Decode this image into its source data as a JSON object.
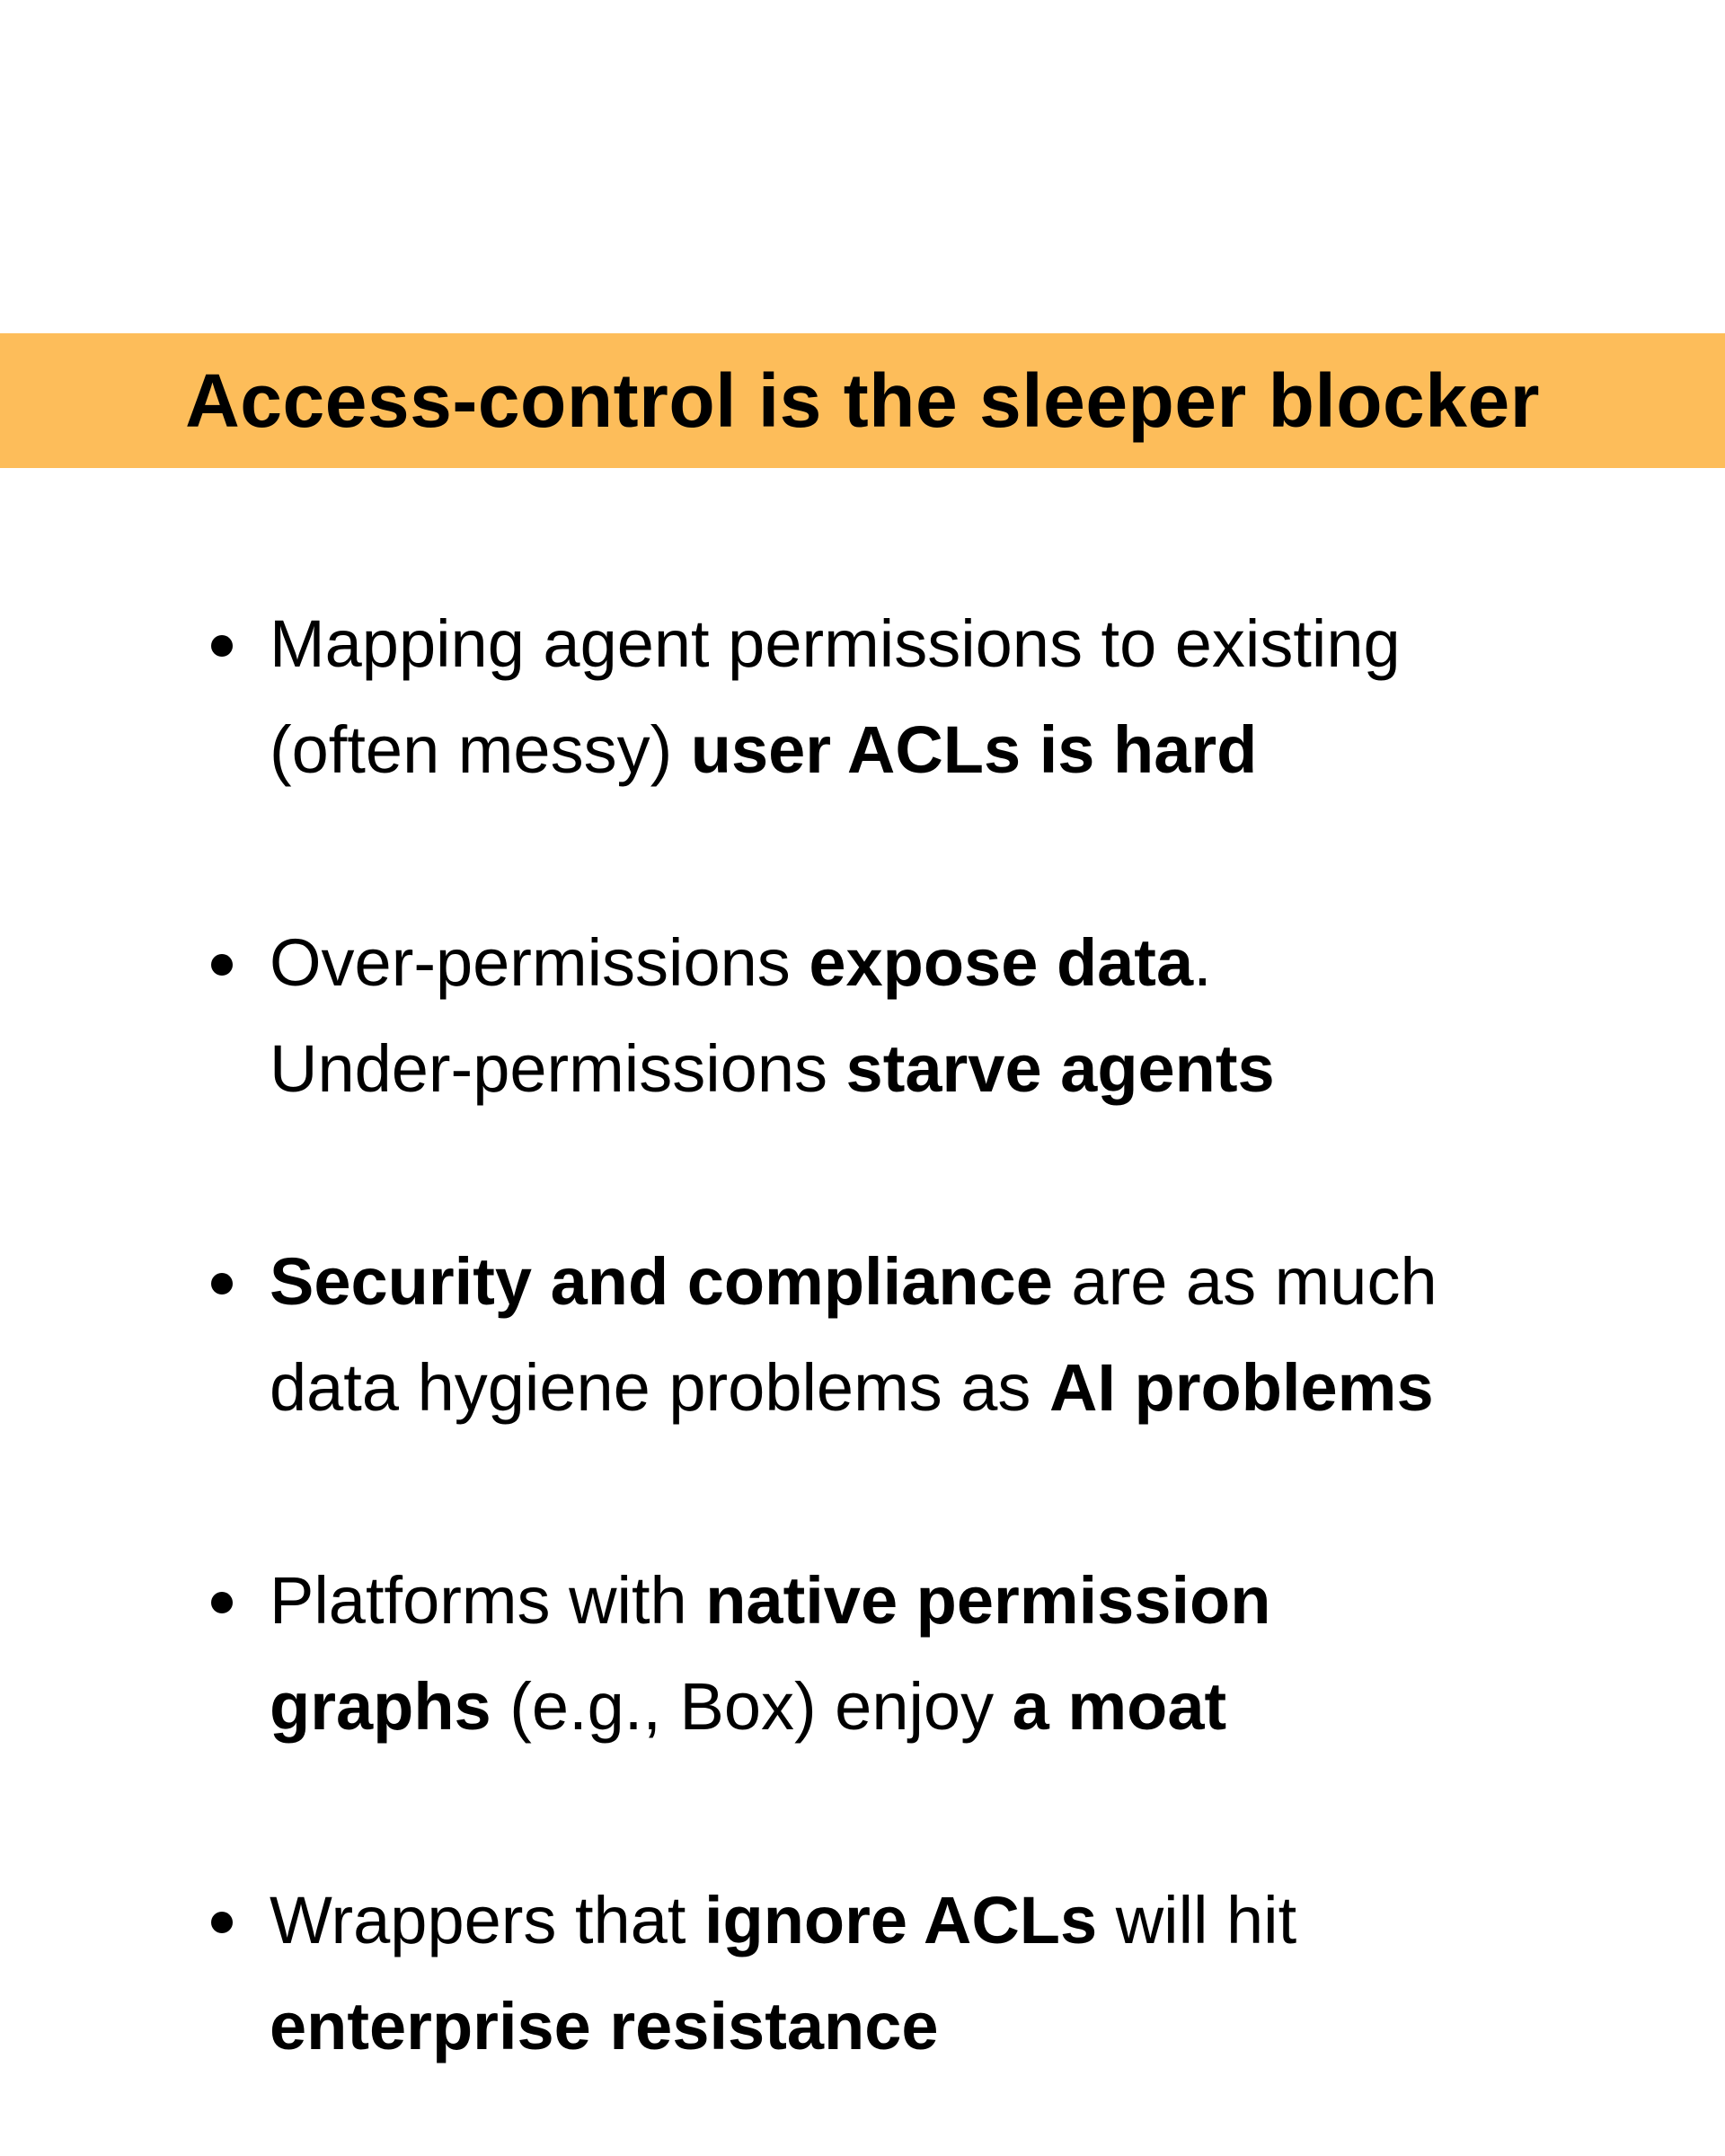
{
  "banner": {
    "title": "Access-control is the sleeper blocker",
    "background_color": "#fdbd5a"
  },
  "bullets": [
    {
      "line1": {
        "t1": "Mapping agent permissions to existing"
      },
      "line2": {
        "t1": "(often messy) ",
        "b1": "user ACLs is hard"
      }
    },
    {
      "line1": {
        "t1": "Over-permissions ",
        "b1": "expose data",
        "t2": "."
      },
      "line2": {
        "t1": "Under-permissions ",
        "b1": "starve agents"
      }
    },
    {
      "line1": {
        "b1": "Security and compliance",
        "t1": " are as much"
      },
      "line2": {
        "t1": "data hygiene problems as ",
        "b1": "AI problems"
      }
    },
    {
      "line1": {
        "t1": "Platforms with ",
        "b1": "native permission"
      },
      "line2": {
        "b1": "graphs",
        "t1": " (e.g., Box) enjoy ",
        "b2": "a moat"
      }
    },
    {
      "line1": {
        "t1": "Wrappers that ",
        "b1": "ignore ACLs",
        "t2": " will hit"
      },
      "line2": {
        "b1": "enterprise resistance"
      }
    }
  ]
}
